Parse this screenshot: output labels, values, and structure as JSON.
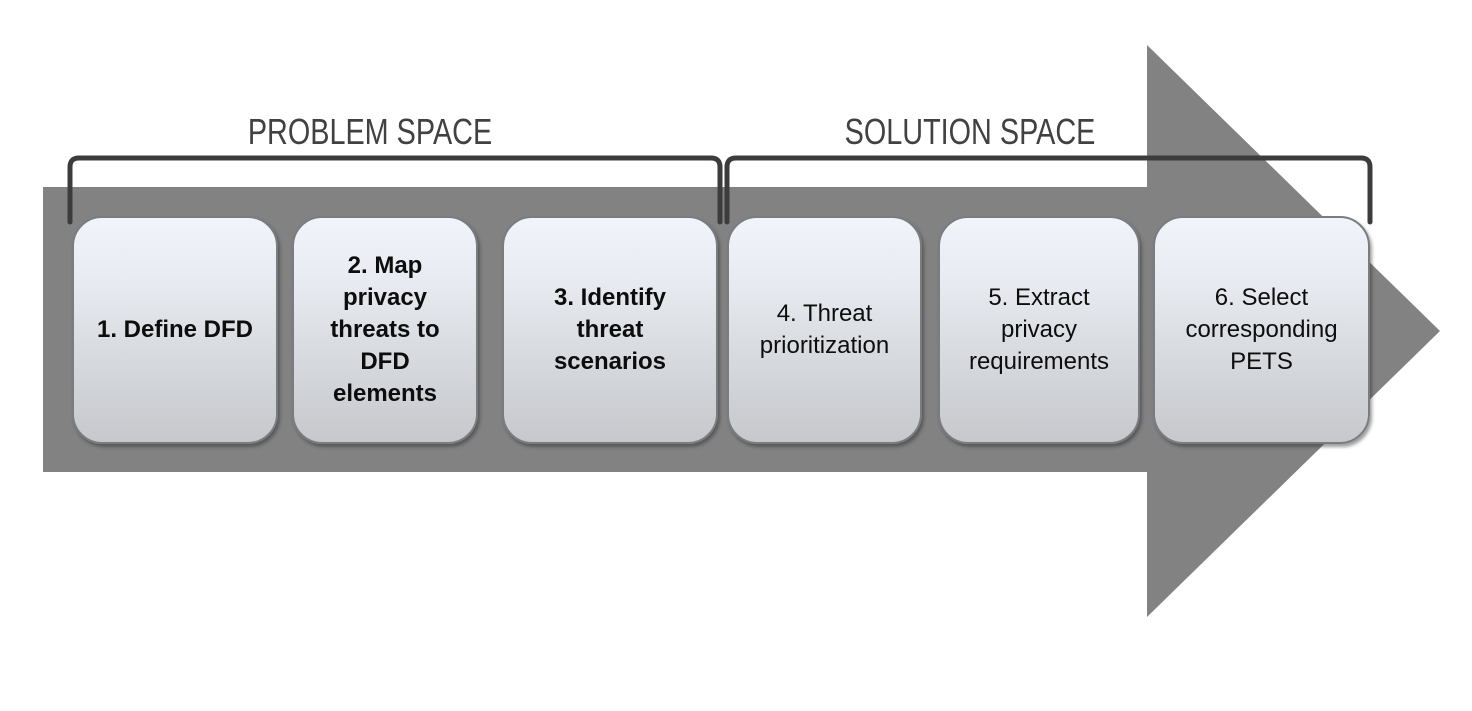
{
  "phases": {
    "problem": {
      "label": "PROBLEM SPACE"
    },
    "solution": {
      "label": "SOLUTION SPACE"
    }
  },
  "steps": [
    {
      "label": "1. Define DFD",
      "phase": "problem"
    },
    {
      "label": "2. Map privacy threats to DFD elements",
      "phase": "problem"
    },
    {
      "label": "3. Identify threat scenarios",
      "phase": "problem"
    },
    {
      "label": "4. Threat prioritization",
      "phase": "solution"
    },
    {
      "label": "5. Extract privacy requirements",
      "phase": "solution"
    },
    {
      "label": "6. Select corresponding PETS",
      "phase": "solution"
    }
  ],
  "colors": {
    "arrow_fill": "#828282",
    "bracket_stroke": "#3c3c3c",
    "phase_label_text": "#414141",
    "box_gradient_top": "#f1f4fa",
    "box_gradient_bottom": "#c6c8cc",
    "box_border": "#797c80",
    "box_text": "#0d0d0d"
  }
}
